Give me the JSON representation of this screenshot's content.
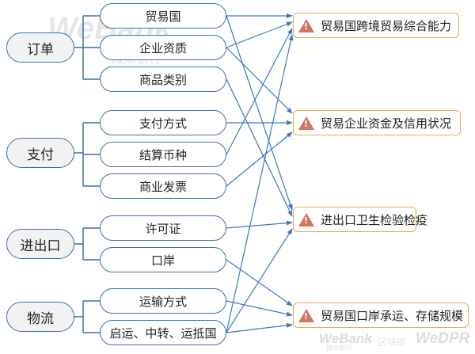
{
  "colors": {
    "connector": "#3d6fa8",
    "arrow": "#3a78c3",
    "target_border": "#f0a94a",
    "warning": "#d4735e",
    "category_fill": "#f2f2f2"
  },
  "categories": [
    {
      "label": "订单",
      "items": [
        "贸易国",
        "企业资质",
        "商品类别"
      ]
    },
    {
      "label": "支付",
      "items": [
        "支付方式",
        "结算币种",
        "商业发票"
      ]
    },
    {
      "label": "进出口",
      "items": [
        "许可证",
        "口岸"
      ]
    },
    {
      "label": "物流",
      "items": [
        "运输方式",
        "启运、中转、运抵国"
      ]
    }
  ],
  "targets": [
    {
      "label": "贸易国跨境贸易综合能力",
      "icon": "warning-icon"
    },
    {
      "label": "贸易企业资金及信用状况",
      "icon": "warning-icon"
    },
    {
      "label": "进出口卫生检验检疫",
      "icon": "warning-icon"
    },
    {
      "label": "贸易国口岸承运、存储规模",
      "icon": "warning-icon"
    }
  ],
  "links": [
    {
      "from": "贸易国",
      "to": "贸易国跨境贸易综合能力"
    },
    {
      "from": "贸易国",
      "to": "进出口卫生检验检疫"
    },
    {
      "from": "企业资质",
      "to": "贸易国跨境贸易综合能力"
    },
    {
      "from": "企业资质",
      "to": "贸易企业资金及信用状况"
    },
    {
      "from": "商品类别",
      "to": "进出口卫生检验检疫"
    },
    {
      "from": "支付方式",
      "to": "贸易企业资金及信用状况"
    },
    {
      "from": "结算币种",
      "to": "贸易国跨境贸易综合能力"
    },
    {
      "from": "商业发票",
      "to": "贸易企业资金及信用状况"
    },
    {
      "from": "许可证",
      "to": "进出口卫生检验检疫"
    },
    {
      "from": "口岸",
      "to": "贸易国口岸承运、存储规模"
    },
    {
      "from": "运输方式",
      "to": "贸易国口岸承运、存储规模"
    },
    {
      "from": "启运、中转、运抵国",
      "to": "贸易国口岸承运、存储规模"
    },
    {
      "from": "启运、中转、运抵国",
      "to": "进出口卫生检验检疫"
    },
    {
      "from": "启运、中转、运抵国",
      "to": "贸易国跨境贸易综合能力"
    }
  ],
  "watermark": {
    "brand": "WeBank",
    "brand_cn": "微众银行",
    "separator": "·",
    "product_cn": "区块链",
    "product": "WeDPR"
  }
}
